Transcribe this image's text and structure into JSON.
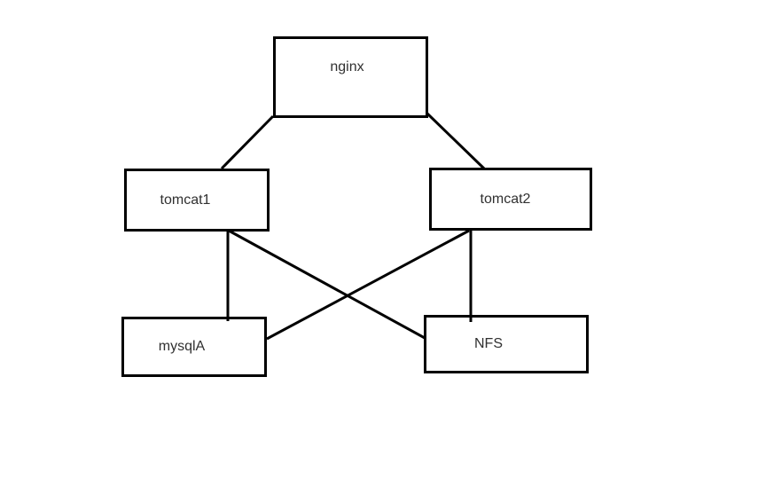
{
  "diagram": {
    "nodes": [
      {
        "id": "nginx",
        "label": "nginx"
      },
      {
        "id": "tomcat1",
        "label": "tomcat1"
      },
      {
        "id": "tomcat2",
        "label": "tomcat2"
      },
      {
        "id": "mysqlA",
        "label": "mysqlA"
      },
      {
        "id": "nfs",
        "label": "NFS"
      }
    ],
    "edges": [
      {
        "from": "nginx",
        "to": "tomcat1"
      },
      {
        "from": "nginx",
        "to": "tomcat2"
      },
      {
        "from": "tomcat1",
        "to": "mysqlA"
      },
      {
        "from": "tomcat2",
        "to": "NFS"
      },
      {
        "from": "tomcat1",
        "to": "NFS"
      },
      {
        "from": "tomcat2",
        "to": "mysqlA"
      }
    ],
    "colors": {
      "stroke": "#000000",
      "text": "#303030",
      "background": "#ffffff"
    }
  }
}
